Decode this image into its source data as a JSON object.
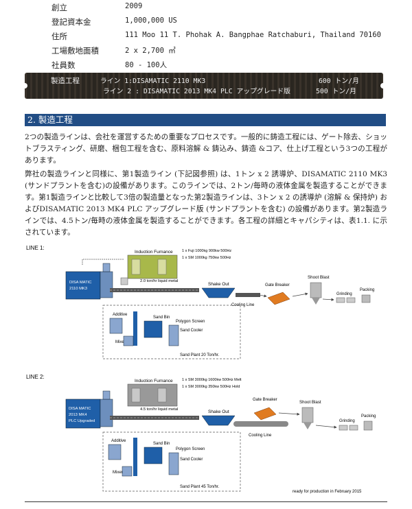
{
  "company_info": {
    "rows": [
      {
        "label": "創立",
        "value": "2009"
      },
      {
        "label": "登記資本金",
        "value": "1,000,000 US"
      },
      {
        "label": "住所",
        "value": "111 Moo 11 T. Phohak A. Bangphae Ratchaburi, Thailand 70160"
      },
      {
        "label": "工場敷地面積",
        "value": "2 x 2,700 ㎡"
      },
      {
        "label": "社員数",
        "value": "80 - 100人"
      }
    ]
  },
  "process_band": {
    "label": "製造工程",
    "line1": "ライン 1:DISAMATIC 2110 MK3",
    "line1_capacity": "600 トン/月",
    "line2": "ライン 2 : DISAMATIC 2013 MK4 PLC アップグレード版",
    "line2_capacity": "500 トン/月"
  },
  "section": {
    "title": "2. 製造工程",
    "para1": "2つの製造ラインは、会社を運営するための重要なプロセスです。一般的に鋳造工程には、ゲート除去、ショットブラスティング、研磨、梱包工程を含む、原料溶解 & 鋳込み、鋳造 &コア、仕上げ工程という3つの工程があります。",
    "para2": "弊社の製造ラインと同様に、第1製造ライン (下記図参照) は、1トン x 2 誘導炉、DISAMATIC 2110 MK3 (サンドプラントを含む)の設備があります。このラインでは、2トン/毎時の液体金属を製造することができます。第1製造ラインと比較して3倍の製造量となった第2製造ラインは、3トン x 2 の誘導炉 (溶解 & 保持炉) およびDISAMATIC 2013 MK4 PLC アップグレード版 (サンドプラントを含む) の設備があります。第2製造ラインでは、4.5トン/毎時の液体金属を製造することができます。各工程の詳細とキャパシティは、表1.1. に示されています。"
  },
  "diagram": {
    "line1": {
      "label": "LINE 1:",
      "furnace": "Induction Furnance",
      "furnace_spec1": "1 x Fuji 1000kg 900kw 500Hz",
      "furnace_spec2": "1 x SM 1000kg 750kw 500Hz",
      "metal": "2.0 ton/hr liquid metal",
      "machine1": "DISA MATIC",
      "machine2": "2110 MK3",
      "shakeout": "Shake Out",
      "gate": "Gate Breaker",
      "shotblast": "Shoot Blast",
      "cooling": "Cooling Line",
      "grinding": "Grinding",
      "packing": "Packing",
      "additive": "Additive",
      "sandbin": "Sand Bin",
      "polygon": "Polygon Screen",
      "cooler": "Sand Cooler",
      "mixer": "Mixer",
      "plant": "Sand Plant 20 Ton/hr."
    },
    "line2": {
      "label": "LINE 2:",
      "furnace": "Induction Furnance",
      "furnace_spec1": "1 x SM 3000kg 1600kw 500Hz Melt",
      "furnace_spec2": "1 x SM 3000kg  350kw 500Hz Hold",
      "metal": "4.5 ton/hr liquid metal",
      "machine1": "DISA MATIC",
      "machine2": "2013 MK4",
      "machine3": "PLC Upgraded",
      "shakeout": "Shake Out",
      "gate": "Gate Breaker",
      "shotblast": "Shoot Blast",
      "cooling": "Cooling Line",
      "grinding": "Grinding",
      "packing": "Packing",
      "additive": "Additive",
      "sandbin": "Sand Bin",
      "polygon": "Polygon Screen",
      "cooler": "Sand Cooler",
      "mixer": "Mixer",
      "plant": "Sand Plant 45 Ton/hr.",
      "ready": "ready for production in February 2015"
    }
  },
  "colors": {
    "accent": "#214d85",
    "machine": "#1f5fa8",
    "furnace": "#a8b84a"
  }
}
